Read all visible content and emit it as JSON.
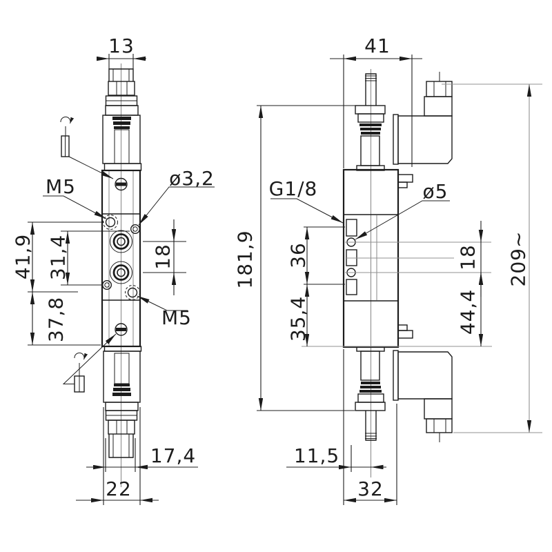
{
  "palette": {
    "bg": "#ffffff",
    "ink": "#1c1c1c",
    "faint": "#8f8f8f"
  },
  "front_view": {
    "dims": {
      "stem_width": "13",
      "span_upper": "41,9",
      "span_mid": "31,4",
      "span_lower": "37,8",
      "port_spacing": "18",
      "width_inner": "17,4",
      "width_body": "22"
    },
    "labels": {
      "thread_top": "M5",
      "pilot_hole": "ø3,2",
      "thread_bottom": "M5"
    }
  },
  "side_view": {
    "dims": {
      "width_top": "41",
      "body_height": "181,9",
      "port_span_upper": "36",
      "port_span_lower": "35,4",
      "port_spacing": "18",
      "span_lower": "44,4",
      "overall_height": "209~",
      "port_offset": "11,5",
      "width_body": "32"
    },
    "labels": {
      "port_thread": "G1/8",
      "pilot_hole": "ø5"
    }
  }
}
